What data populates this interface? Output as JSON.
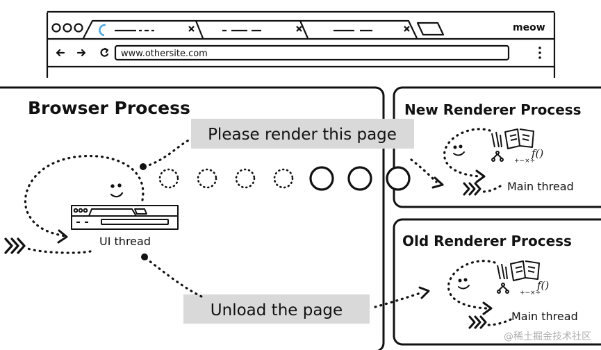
{
  "browser": {
    "badge": "meow",
    "url": "www.othersite.com",
    "menu_glyph": "⋮",
    "nav_back": "←",
    "nav_forward": "→",
    "nav_reload": "↻"
  },
  "browser_process": {
    "title": "Browser Process",
    "thread_label": "UI thread"
  },
  "new_renderer": {
    "title": "New Renderer Process",
    "thread_label": "Main thread"
  },
  "old_renderer": {
    "title": "Old Renderer Process",
    "thread_label": "Main thread"
  },
  "messages": {
    "render": "Please render this page",
    "unload": "Unload the page"
  },
  "function_glyph": "f()",
  "math_glyph": "+−\n×÷",
  "watermark": "@稀土掘金技术社区",
  "progress_circles": {
    "total": 7,
    "loaded": 3
  }
}
